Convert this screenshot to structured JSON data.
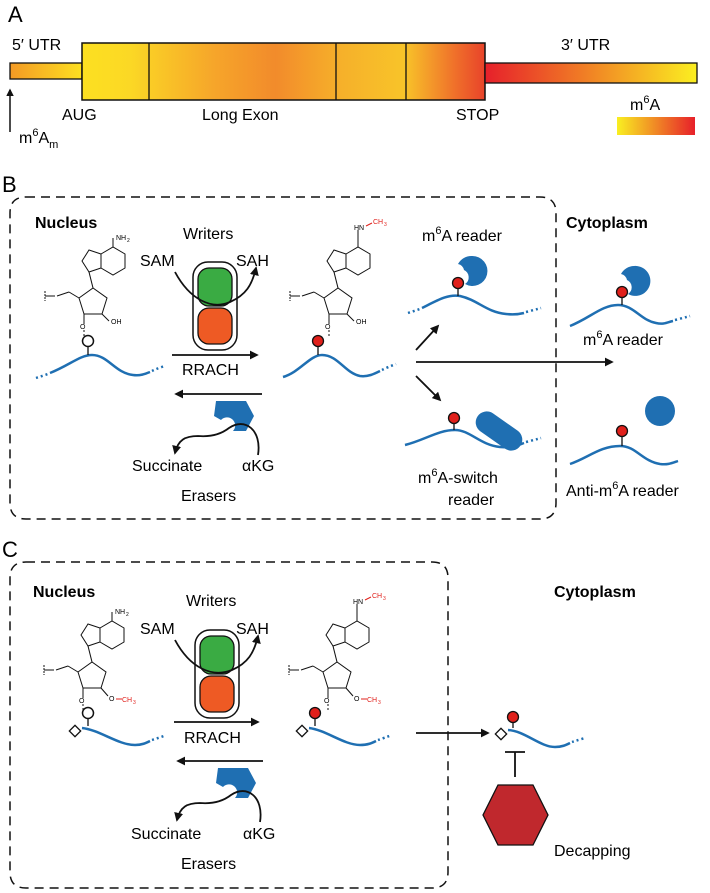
{
  "panel_a": {
    "label": "A",
    "utr5": "5′ UTR",
    "utr3": "3′ UTR",
    "aug": "AUG",
    "exon": "Long Exon",
    "stop": "STOP",
    "m6a_legend": {
      "base": "m",
      "sup": "6",
      "tail": "A"
    },
    "m6am": {
      "base": "m",
      "sup": "6",
      "mid": "A",
      "sub": "m"
    }
  },
  "panel_b": {
    "label": "B",
    "nucleus": "Nucleus",
    "cytoplasm": "Cytoplasm",
    "writers": "Writers",
    "sam": "SAM",
    "sah": "SAH",
    "rrach": "RRACH",
    "succinate": "Succinate",
    "akg": "αKG",
    "erasers": "Erasers",
    "reader_top": {
      "base": "m",
      "sup": "6",
      "tail": "A reader"
    },
    "reader_cyto": {
      "base": "m",
      "sup": "6",
      "tail": "A reader"
    },
    "switch_reader_1": {
      "base": "m",
      "sup": "6",
      "tail": "A-switch"
    },
    "switch_reader_2": "reader",
    "anti_reader": {
      "pre": "Anti-m",
      "sup": "6",
      "tail": "A reader"
    }
  },
  "panel_c": {
    "label": "C",
    "nucleus": "Nucleus",
    "cytoplasm": "Cytoplasm",
    "writers": "Writers",
    "sam": "SAM",
    "sah": "SAH",
    "rrach": "RRACH",
    "succinate": "Succinate",
    "akg": "αKG",
    "erasers": "Erasers",
    "decapping": "Decapping"
  },
  "chem": {
    "nh2": "NH",
    "nh2_sub": "2",
    "hn": "HN",
    "ch3": "CH",
    "ch3_sub": "3",
    "oh": "OH",
    "o": "O"
  },
  "colors": {
    "mrna": "#1f6fb2",
    "methyl": "#e0201b",
    "writer_top": "#3aab43",
    "writer_bottom": "#ee5a24",
    "decapping": "#c0282d",
    "gradient_low": "#f9ef21",
    "gradient_high": "#e7202a"
  }
}
